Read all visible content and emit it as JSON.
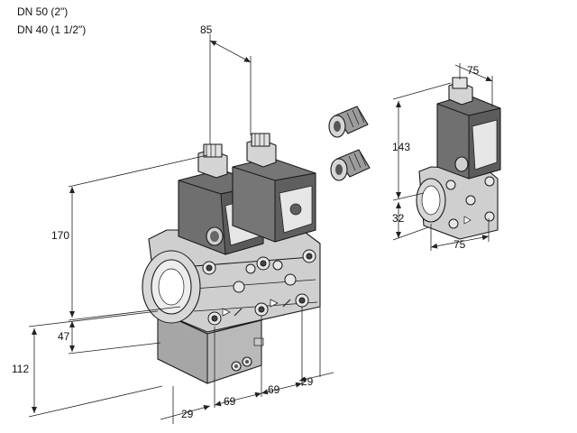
{
  "header": {
    "line1": "DN 50 (2\")",
    "line2": "DN 40 (1 1/2\")"
  },
  "dimensions": {
    "top_width": "85",
    "height_main": "170",
    "height_lower": "47",
    "height_total": "112",
    "bottom_offset": "29",
    "spacing_a": "69",
    "spacing_b": "69",
    "right_offset": "29",
    "small_top": "75",
    "small_height": "143",
    "small_lower": "32",
    "small_bottom": "75"
  }
}
